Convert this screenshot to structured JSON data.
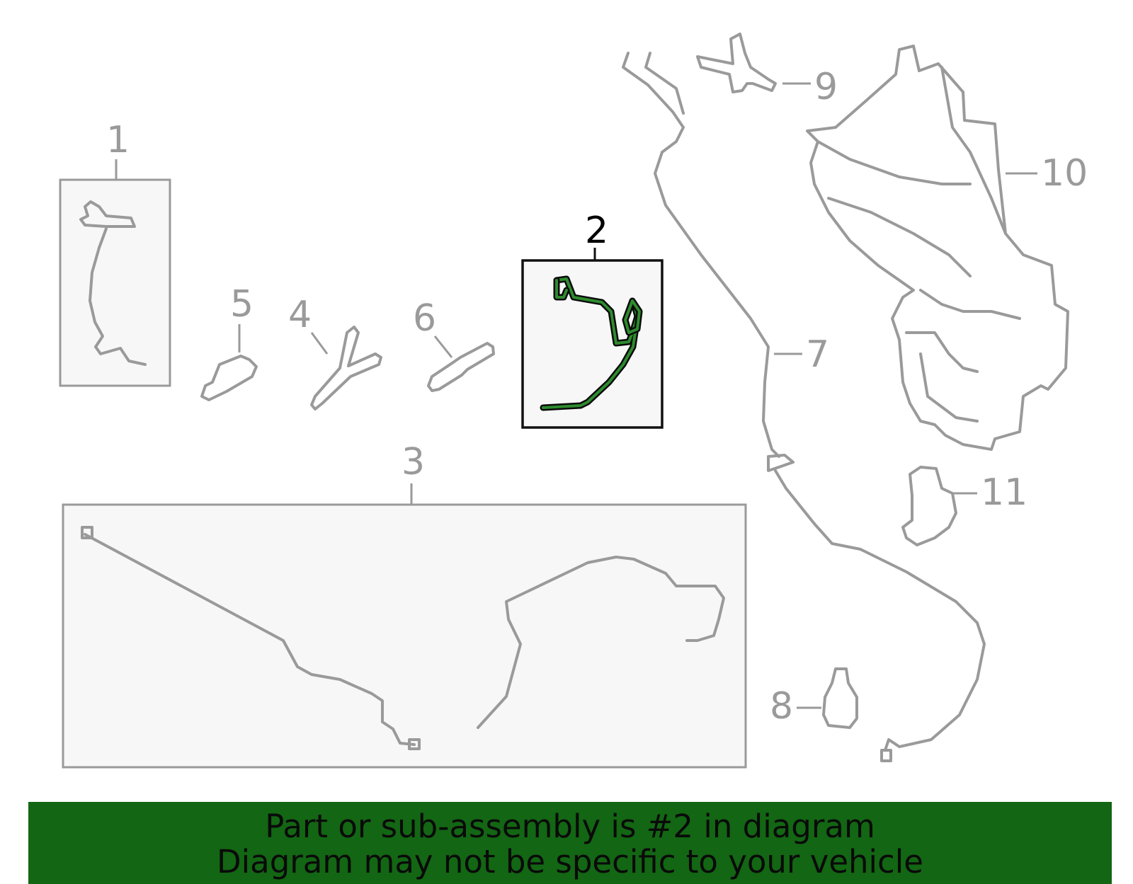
{
  "callouts": {
    "c1": "1",
    "c2": "2",
    "c3": "3",
    "c4": "4",
    "c5": "5",
    "c6": "6",
    "c7": "7",
    "c8": "8",
    "c9": "9",
    "c10": "10",
    "c11": "11"
  },
  "highlighted_part": "2",
  "colors": {
    "banner": "#136613",
    "highlight": "#2e8b2e",
    "parts": "#9a9a9a"
  },
  "banner": {
    "line1": "Part or sub-assembly is #2 in diagram",
    "line2": "Diagram may not be specific to your vehicle"
  }
}
